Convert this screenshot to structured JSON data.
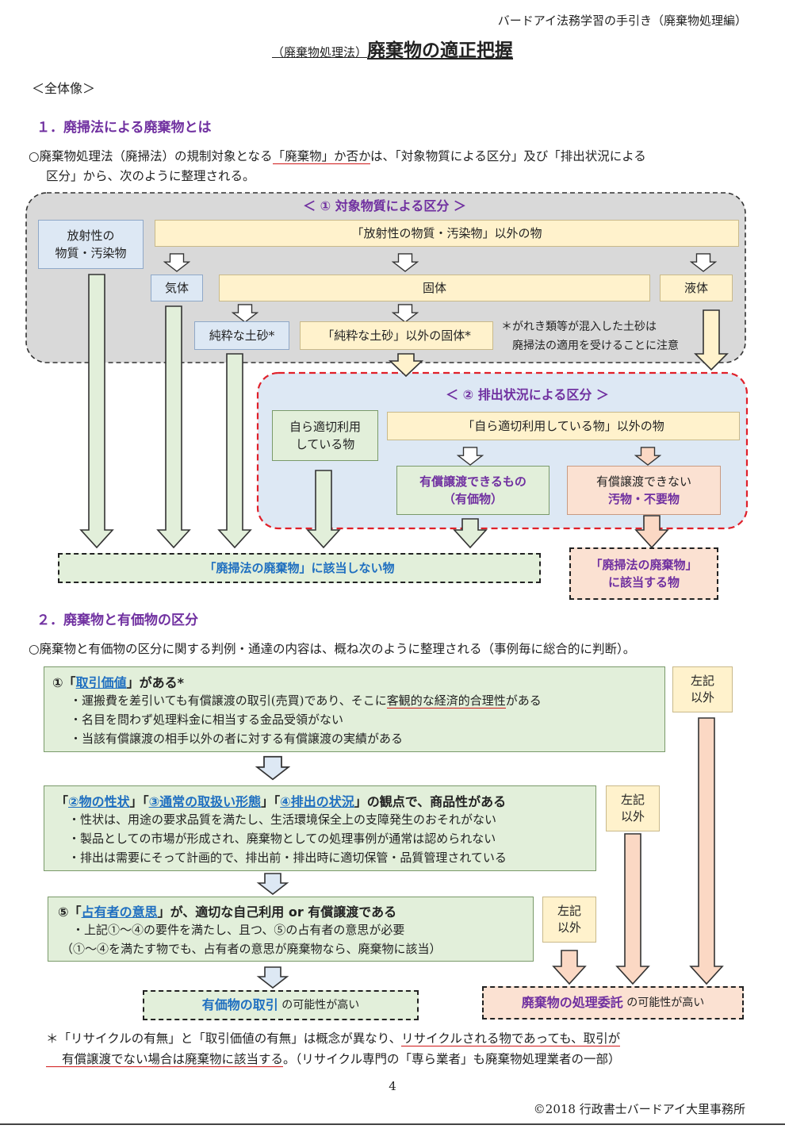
{
  "header": {
    "guide": "バードアイ法務学習の手引き（廃棄物処理編）",
    "title_prefix": "（廃棄物処理法）",
    "title": "廃棄物の適正把握",
    "overview": "＜全体像＞"
  },
  "s1": {
    "heading": "１．廃掃法による廃棄物とは",
    "intro_a": "○廃棄物処理法（廃掃法）の規制対象となる",
    "intro_b": "「廃棄物」か否か",
    "intro_c": "は、「対象物質による区分」及び「排出状況による",
    "intro_d": "区分」から、次のように整理される。",
    "area1": "＜ ① 対象物質による区分 ＞",
    "radio": "放射性の\n物質・汚染物",
    "non_radio": "「放射性の物質・汚染物」以外の物",
    "gas": "気体",
    "solid": "固体",
    "liquid": "液体",
    "soil": "純粋な土砂*",
    "non_soil": "「純粋な土砂」以外の固体*",
    "note1": "＊がれき類等が混入した土砂は",
    "note2": "廃掃法の適用を受けることに注意",
    "area2": "＜ ② 排出状況による区分 ＞",
    "self_use": "自ら適切利用\nしている物",
    "non_self": "「自ら適切利用している物」以外の物",
    "valuable_1": "有償譲渡できるもの",
    "valuable_2": "（有価物）",
    "waste_1": "有償譲渡できない",
    "waste_2": "汚物・不要物",
    "not_waste": "「廃掃法の廃棄物」に該当しない物",
    "is_waste_1": "「廃掃法の廃棄物」",
    "is_waste_2": "に該当する物"
  },
  "s2": {
    "heading": "２．廃棄物と有価物の区分",
    "intro": "○廃棄物と有価物の区分に関する判例・通達の内容は、概ね次のように整理される（事例毎に総合的に判断）。",
    "b1_pre": "①「",
    "b1_key": "取引価値",
    "b1_post": "」がある*",
    "b1_l1a": "・運搬費を差引いても有償譲渡の取引(売買)であり、そこに",
    "b1_l1b": "客観的な経済的合理性",
    "b1_l1c": "がある",
    "b1_l2": "・名目を問わず処理料金に相当する金品受領がない",
    "b1_l3": "・当該有償譲渡の相手以外の者に対する有償譲渡の実績がある",
    "b2_q1": "「",
    "b2_k1": "②物の性状",
    "b2_q2": "」「",
    "b2_k2": "③通常の取扱い形態",
    "b2_q3": "」「",
    "b2_k3": "④排出の状況",
    "b2_post": "」の観点で、商品性がある",
    "b2_l1": "・性状は、用途の要求品質を満たし、生活環境保全上の支障発生のおそれがない",
    "b2_l2": "・製品としての市場が形成され、廃棄物としての処理事例が通常は認められない",
    "b2_l3": "・排出は需要にそって計画的で、排出前・排出時に適切保管・品質管理されている",
    "b3_pre": "⑤「",
    "b3_key": "占有者の意思",
    "b3_post": "」が、適切な自己利用 or 有償譲渡である",
    "b3_l1": "・上記①～④の要件を満たし、且つ、⑤の占有者の意思が必要",
    "b3_l2": "（①～④を満たす物でも、占有者の意思が廃棄物なら、廃棄物に該当）",
    "other": "左記\n以外",
    "res_v_key": "有価物の取引",
    "res_v_post": " の可能性が高い",
    "res_w_key": "廃棄物の処理委託",
    "res_w_post": " の可能性が高い",
    "foot_a": "＊「リサイクルの有無」と「取引価値の有無」は概念が異なり、",
    "foot_b": "リサイクルされる物であっても、取引が",
    "foot_c": "有償譲渡でない場合は廃棄物に該当する",
    "foot_d": "。（リサイクル専門の「専ら業者」も廃棄物処理業者の一部）"
  },
  "footer": {
    "page": "4",
    "copyright": "©2018 行政書士バードアイ大里事務所"
  },
  "colors": {
    "purple": "#7030a0",
    "blue": "#1f6fc0",
    "red": "#e0202a"
  }
}
